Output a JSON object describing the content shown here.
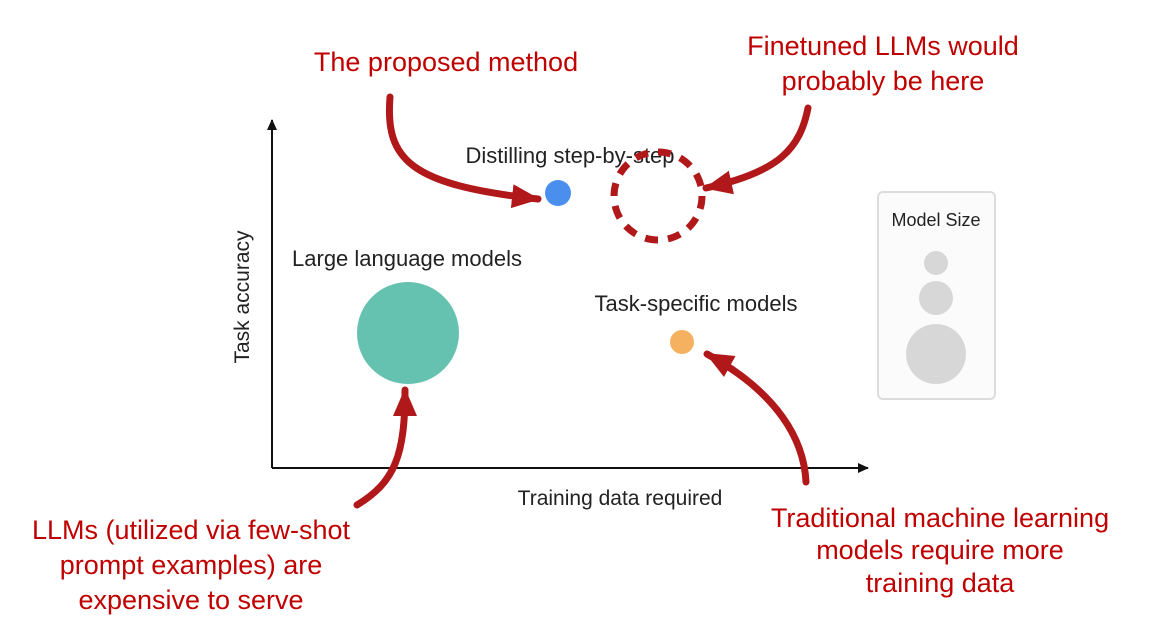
{
  "axes": {
    "x_label": "Training data required",
    "y_label": "Task accuracy"
  },
  "points": {
    "distilling": {
      "label": "Distilling step-by-step",
      "color": "#4a8fed"
    },
    "llm": {
      "label": "Large language models",
      "color": "#66c2b0"
    },
    "task_specific": {
      "label": "Task-specific models",
      "color": "#f5b160"
    },
    "finetuned_placeholder": {
      "style": "dashed-circle",
      "color": "#b0181a"
    }
  },
  "legend": {
    "title": "Model Size",
    "sizes": [
      "small",
      "medium",
      "large"
    ],
    "bubble_color": "#d7d7d7"
  },
  "annotations": {
    "proposed_method": "The proposed method",
    "finetuned": {
      "line1": "Finetuned LLMs would",
      "line2": "probably be here"
    },
    "llms_expensive": {
      "line1": "LLMs (utilized via few-shot",
      "line2": "prompt examples) are",
      "line3": "expensive to serve"
    },
    "traditional_ml": {
      "line1": "Traditional machine learning",
      "line2": "models require more",
      "line3": "training data"
    }
  },
  "colors": {
    "annotation": "#c00000",
    "arrow": "#b0181a",
    "axis": "#111111"
  }
}
